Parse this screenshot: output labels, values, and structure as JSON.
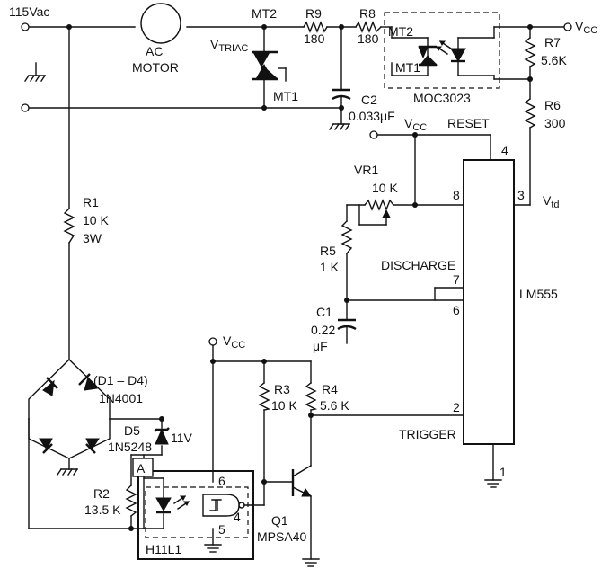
{
  "labels": {
    "vac": "115Vac",
    "vcc_top": "V",
    "vcc_top_sub": "CC",
    "motor_line1": "AC",
    "motor_line2": "MOTOR",
    "mt2_triac": "MT2",
    "mt1_triac": "MT1",
    "vtriac": "V",
    "vtriac_sub": "TRIAC",
    "r9": "R9",
    "r9_val": "180",
    "r8": "R8",
    "r8_val": "180",
    "moc_mt2": "MT2",
    "moc_mt1": "MT1",
    "moc": "MOC3023",
    "c2": "C2",
    "c2_val": "0.033μF",
    "r7": "R7",
    "r7_val": "5.6K",
    "r6": "R6",
    "r6_val": "300",
    "vcc_reset": "V",
    "vcc_reset_sub": "CC",
    "reset": "RESET",
    "vr1": "VR1",
    "vr1_val": "10 K",
    "pin8": "8",
    "pin4": "4",
    "pin3": "3",
    "vtd": "V",
    "vtd_sub": "td",
    "r1": "R1",
    "r1_val": "10 K",
    "r1_w": "3W",
    "r5": "R5",
    "r5_val": "1 K",
    "discharge": "DISCHARGE",
    "pin7": "7",
    "pin6": "6",
    "lm555": "LM555",
    "c1": "C1",
    "c1_val1": "0.22",
    "c1_val2": "μF",
    "vcc_mid": "V",
    "vcc_mid_sub": "CC",
    "r3": "R3",
    "r3_val": "10 K",
    "r4": "R4",
    "r4_val": "5.6 K",
    "pin2": "2",
    "trigger": "TRIGGER",
    "pin1": "1",
    "d1d4": "(D1 – D4)",
    "d1d4_part": "1N4001",
    "d5": "D5",
    "d5_part": "1N5248",
    "v11": "11V",
    "r2": "R2",
    "r2_val": "13.5 K",
    "anode": "A",
    "pin6_opto": "6",
    "pin4_opto": "4",
    "pin5_opto": "5",
    "h11l1": "H11L1",
    "q1": "Q1",
    "q1_part": "MPSA40"
  }
}
